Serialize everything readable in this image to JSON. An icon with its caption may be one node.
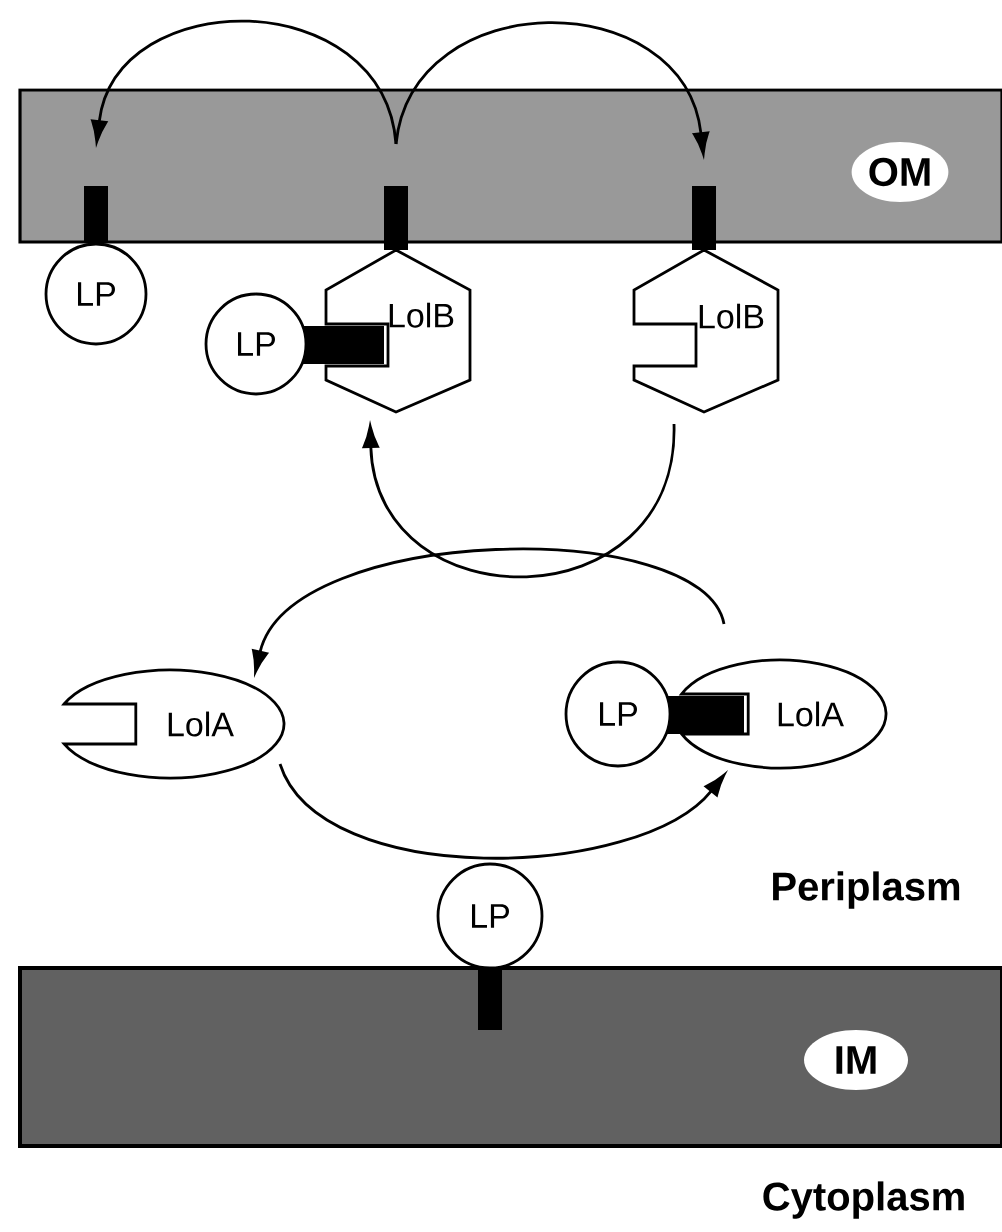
{
  "diagram": {
    "nodes": [
      {
        "text": [
          "OM"
        ]
      },
      {
        "text": [
          "LP"
        ]
      },
      {
        "text": [
          "LolB"
        ]
      },
      {
        "text": [
          "LP"
        ]
      },
      {
        "text": [
          "LolB"
        ]
      },
      {
        "text": [
          "LolA"
        ]
      },
      {
        "text": [
          "LP"
        ]
      },
      {
        "text": [
          "LolA"
        ]
      },
      {
        "text": [
          "LP"
        ]
      },
      {
        "text": [
          "IM"
        ]
      }
    ],
    "edges": [
      {
        "from": 2,
        "to": 1,
        "arrow": "to"
      },
      {
        "from": 2,
        "to": 4,
        "arrow": "to"
      },
      {
        "from": 4,
        "to": 2,
        "arrow": "to"
      },
      {
        "from": 7,
        "to": 5,
        "arrow": "to"
      },
      {
        "from": 5,
        "to": 7,
        "arrow": "to"
      }
    ],
    "labels": [
      "Periplasm",
      "Cytoplasm"
    ]
  }
}
